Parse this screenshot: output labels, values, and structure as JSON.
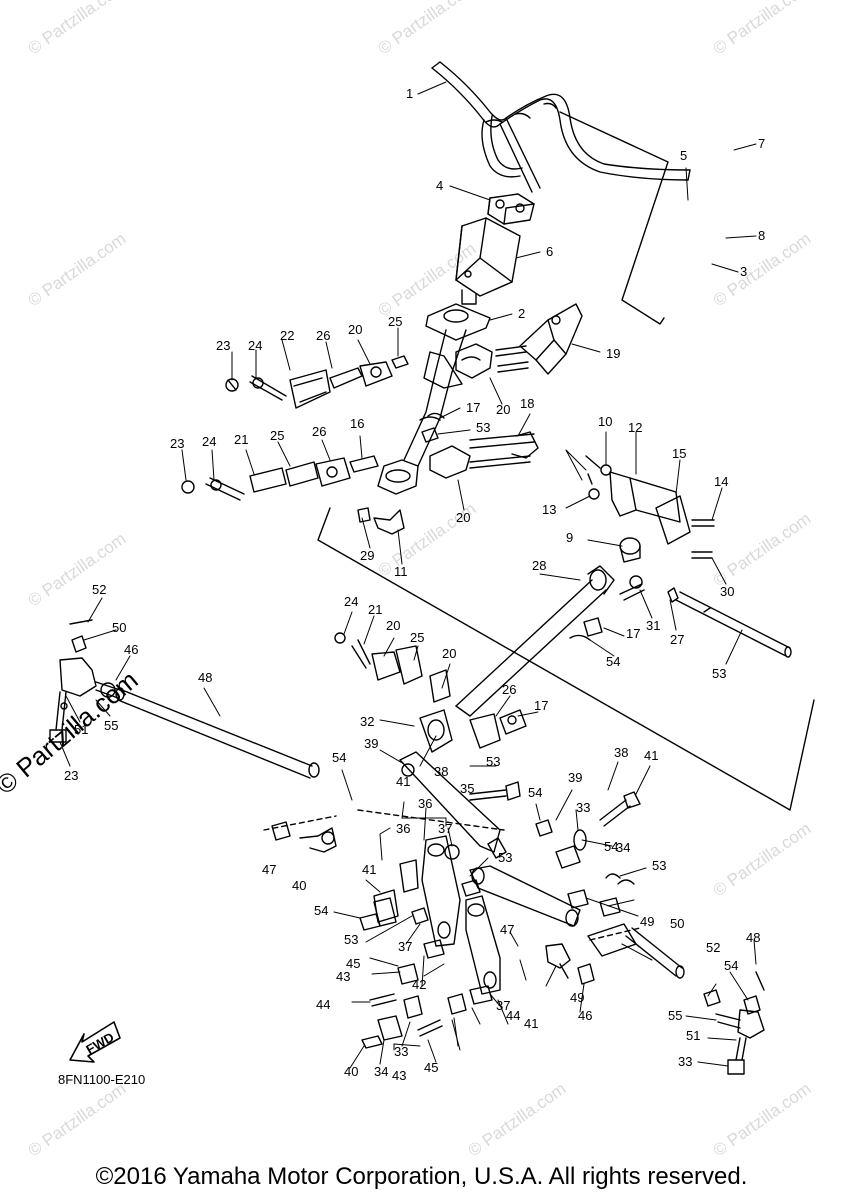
{
  "diagram_code": "8FN1100-E210",
  "copyright": "©2016 Yamaha Motor Corporation, U.S.A. All rights reserved.",
  "watermark": "© Partzilla.com",
  "fwd_label": "FWD",
  "callouts": [
    "1",
    "2",
    "3",
    "4",
    "5",
    "6",
    "7",
    "8",
    "19",
    "20",
    "20",
    "22",
    "23",
    "24",
    "25",
    "26",
    "17",
    "18",
    "53",
    "20",
    "21",
    "23",
    "24",
    "25",
    "26",
    "16",
    "10",
    "12",
    "15",
    "14",
    "13",
    "30",
    "29",
    "11",
    "9",
    "28",
    "31",
    "27",
    "53",
    "17",
    "54",
    "52",
    "50",
    "46",
    "48",
    "55",
    "51",
    "23",
    "24",
    "21",
    "20",
    "25",
    "20",
    "26",
    "17",
    "32",
    "39",
    "38",
    "53",
    "54",
    "41",
    "35",
    "36",
    "36",
    "37",
    "53",
    "54",
    "39",
    "38",
    "41",
    "33",
    "34",
    "54",
    "53",
    "49",
    "47",
    "40",
    "41",
    "54",
    "53",
    "37",
    "45",
    "43",
    "44",
    "42",
    "47",
    "49",
    "46",
    "50",
    "52",
    "54",
    "48",
    "55",
    "51",
    "33",
    "37",
    "44",
    "41",
    "40",
    "34",
    "33",
    "43",
    "45"
  ]
}
